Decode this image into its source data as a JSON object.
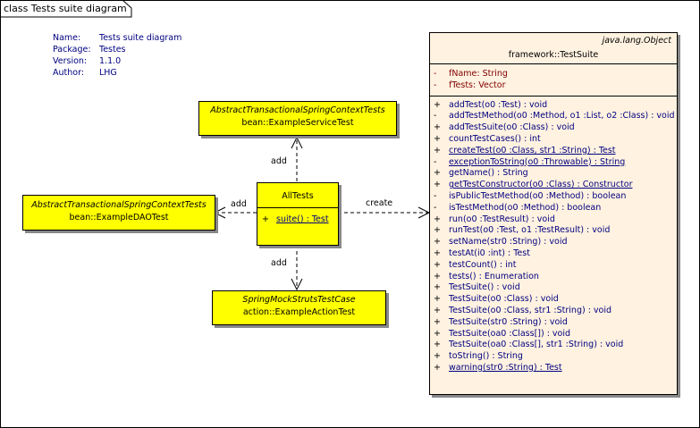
{
  "diagram": {
    "title": "class Tests suite diagram",
    "meta": [
      {
        "key": "Name:",
        "value": "Tests suite diagram"
      },
      {
        "key": "Package:",
        "value": "Testes"
      },
      {
        "key": "Version:",
        "value": "1.1.0"
      },
      {
        "key": "Author:",
        "value": "LHG"
      }
    ],
    "service_test": {
      "stereotype": "AbstractTransactionalSpringContextTests",
      "name": "bean::ExampleServiceTest"
    },
    "dao_test": {
      "stereotype": "AbstractTransactionalSpringContextTests",
      "name": "bean::ExampleDAOTest"
    },
    "action_test": {
      "stereotype": "SpringMockStrutsTestCase",
      "name": "action::ExampleActionTest"
    },
    "all_tests": {
      "name": "AllTests",
      "op_vis": "+",
      "op": "suite() : Test"
    },
    "edges": {
      "add_top": "add",
      "add_left": "add",
      "add_bottom": "add",
      "create": "create"
    },
    "test_suite": {
      "parent": "java.lang.Object",
      "name": "framework::TestSuite",
      "attributes": [
        {
          "vis": "-",
          "text": "fName:  String"
        },
        {
          "vis": "-",
          "text": "fTests:  Vector"
        }
      ],
      "operations": [
        {
          "vis": "+",
          "text": "addTest(o0 :Test) : void",
          "u": false
        },
        {
          "vis": "-",
          "text": "addTestMethod(o0 :Method, o1 :List, o2 :Class) : void",
          "u": false
        },
        {
          "vis": "+",
          "text": "addTestSuite(o0 :Class) : void",
          "u": false
        },
        {
          "vis": "+",
          "text": "countTestCases() : int",
          "u": false
        },
        {
          "vis": "+",
          "text": "createTest(o0 :Class, str1 :String) : Test",
          "u": true
        },
        {
          "vis": "-",
          "text": "exceptionToString(o0 :Throwable) : String",
          "u": true
        },
        {
          "vis": "+",
          "text": "getName() : String",
          "u": false
        },
        {
          "vis": "+",
          "text": "getTestConstructor(o0 :Class) : Constructor",
          "u": true
        },
        {
          "vis": "-",
          "text": "isPublicTestMethod(o0 :Method) : boolean",
          "u": false
        },
        {
          "vis": "-",
          "text": "isTestMethod(o0 :Method) : boolean",
          "u": false
        },
        {
          "vis": "+",
          "text": "run(o0 :TestResult) : void",
          "u": false
        },
        {
          "vis": "+",
          "text": "runTest(o0 :Test, o1 :TestResult) : void",
          "u": false
        },
        {
          "vis": "+",
          "text": "setName(str0 :String) : void",
          "u": false
        },
        {
          "vis": "+",
          "text": "testAt(i0 :int) : Test",
          "u": false
        },
        {
          "vis": "+",
          "text": "testCount() : int",
          "u": false
        },
        {
          "vis": "+",
          "text": "tests() : Enumeration",
          "u": false
        },
        {
          "vis": "+",
          "text": "TestSuite() : void",
          "u": false
        },
        {
          "vis": "+",
          "text": "TestSuite(o0 :Class) : void",
          "u": false
        },
        {
          "vis": "+",
          "text": "TestSuite(o0 :Class, str1 :String) : void",
          "u": false
        },
        {
          "vis": "+",
          "text": "TestSuite(str0 :String) : void",
          "u": false
        },
        {
          "vis": "+",
          "text": "TestSuite(oa0 :Class[]) : void",
          "u": false
        },
        {
          "vis": "+",
          "text": "TestSuite(oa0 :Class[], str1 :String) : void",
          "u": false
        },
        {
          "vis": "+",
          "text": "toString() : String",
          "u": false
        },
        {
          "vis": "+",
          "text": "warning(str0 :String) : Test",
          "u": true
        }
      ]
    }
  }
}
